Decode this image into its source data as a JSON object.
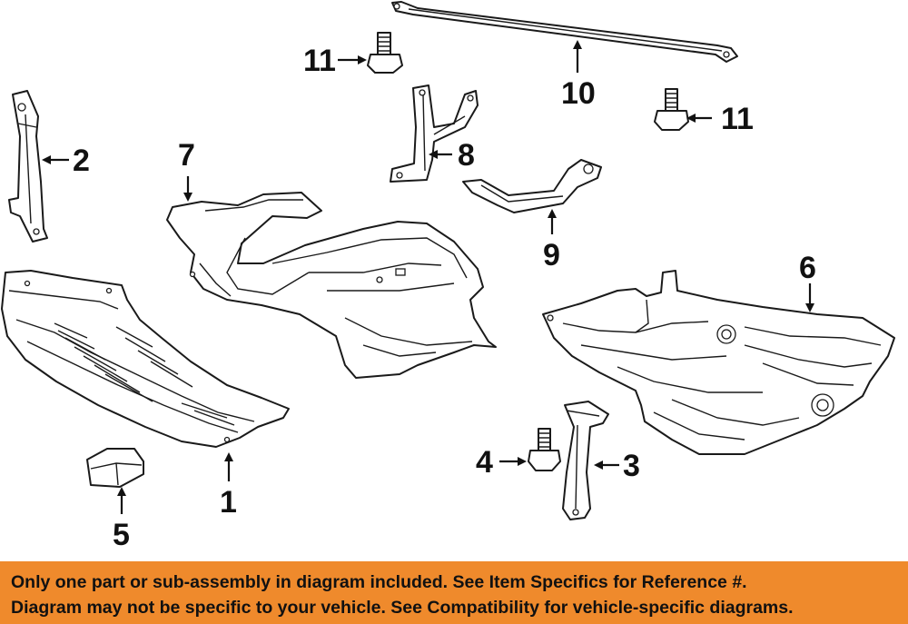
{
  "callouts": {
    "c1": "1",
    "c2": "2",
    "c3": "3",
    "c4": "4",
    "c5": "5",
    "c6": "6",
    "c7": "7",
    "c8": "8",
    "c9": "9",
    "c10": "10",
    "c11a": "11",
    "c11b": "11"
  },
  "disclaimer": {
    "line1": "Only one part or sub-assembly in diagram included. See Item Specifics for Reference #.",
    "line2": "Diagram may not be specific to your vehicle. See Compatibility for vehicle-specific diagrams."
  },
  "colors": {
    "banner": "#ef8a2c",
    "ink": "#1a1a1a",
    "background": "#ffffff"
  }
}
